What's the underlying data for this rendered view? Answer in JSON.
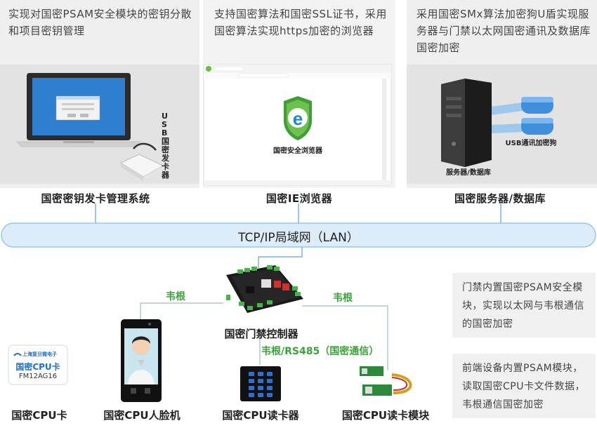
{
  "top_descriptions": [
    "实现对国密PSAM安全模块的密钥分散和项目密钥管理",
    "支持国密算法和国密SSL证书，采用国密算法实现https加密的浏览器",
    "采用国密SMx算法加密狗U盾实现服务器与门禁以太网国密通讯及数据库国密加密"
  ],
  "systems": {
    "left_label": "国密密钥发卡管理系统",
    "middle_label": "国密IE浏览器",
    "right_label": "国密服务器/数据库",
    "card_issuer_vertical": "USB国密发卡器",
    "browser_logo_text": "国密安全浏览器",
    "usb_dongle_text": "USB通讯加密狗",
    "server_text": "服务器/数据库"
  },
  "network": {
    "label": "TCP/IP局域网（LAN）"
  },
  "controller": {
    "label": "国密门禁控制器"
  },
  "links": {
    "left_wiegand": "韦根",
    "right_wiegand": "韦根",
    "rs485": "韦根/RS485（国密通信）"
  },
  "devices": {
    "cpu_card_label": "国密CPU卡",
    "face_label": "国密CPU人脸机",
    "reader_label": "国密CPU读卡器",
    "module_label": "国密CPU读卡模块",
    "card_brand": "上海复旦微电子",
    "card_title": "国密CPU卡",
    "card_chip": "FM12AG16"
  },
  "side_notes": [
    "门禁内置国密PSAM安全模块，实现以太网与韦根通信的国密加密",
    "前端设备内置PSAM模块，读取国密CPU卡文件数据，韦根通信国密加密"
  ],
  "colors": {
    "accent_green": "#3aa33a",
    "lan_blue": "#d8ecf8",
    "panel_gray": "#efefef"
  }
}
